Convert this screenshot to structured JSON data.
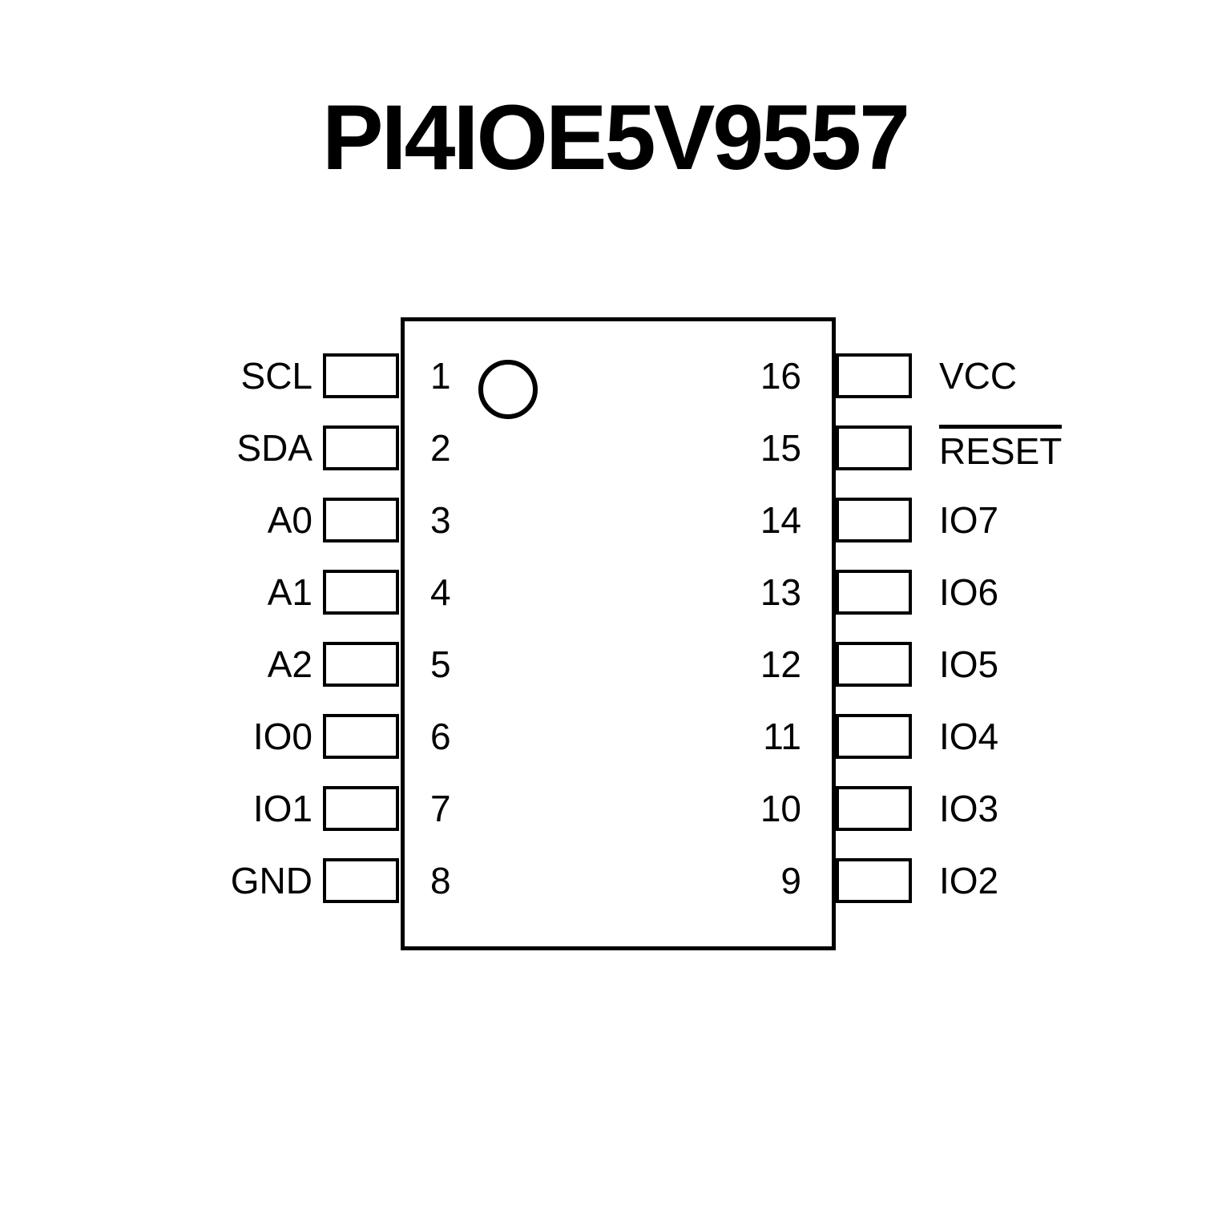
{
  "title": "PI4IOE5V9557",
  "chip": {
    "package_pin_count": "16",
    "left_pins": [
      {
        "number": "1",
        "label": "SCL"
      },
      {
        "number": "2",
        "label": "SDA"
      },
      {
        "number": "3",
        "label": "A0"
      },
      {
        "number": "4",
        "label": "A1"
      },
      {
        "number": "5",
        "label": "A2"
      },
      {
        "number": "6",
        "label": "IO0"
      },
      {
        "number": "7",
        "label": "IO1"
      },
      {
        "number": "8",
        "label": "GND"
      }
    ],
    "right_pins": [
      {
        "number": "16",
        "label": "VCC",
        "active_low": false
      },
      {
        "number": "15",
        "label": "RESET",
        "active_low": true
      },
      {
        "number": "14",
        "label": "IO7",
        "active_low": false
      },
      {
        "number": "13",
        "label": "IO6",
        "active_low": false
      },
      {
        "number": "12",
        "label": "IO5",
        "active_low": false
      },
      {
        "number": "11",
        "label": "IO4",
        "active_low": false
      },
      {
        "number": "10",
        "label": "IO3",
        "active_low": false
      },
      {
        "number": "9",
        "label": "IO2",
        "active_low": false
      }
    ]
  }
}
